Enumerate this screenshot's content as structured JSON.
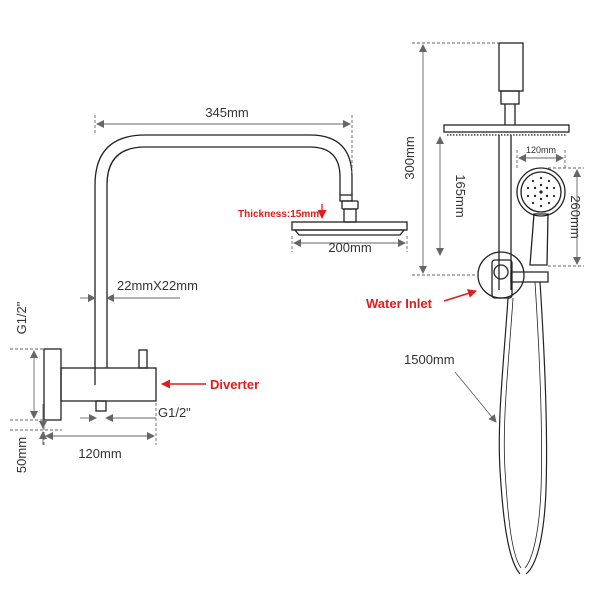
{
  "colors": {
    "line": "#222222",
    "dim": "#666666",
    "accent": "#e21b1b",
    "fill": "#ffffff"
  },
  "dimensions": {
    "arm_width": "345mm",
    "pipe_section": "22mmX22mm",
    "head_width": "200mm",
    "thickness": "Thickness:15mm",
    "base_width": "120mm",
    "base_height": "50mm",
    "inlet_thread": "G1/2\"",
    "outlet_thread": "G1/2\"",
    "rail_height": "300mm",
    "holder_height": "165mm",
    "handset_width": "120mm",
    "handset_height": "260mm",
    "hose_length": "1500mm"
  },
  "callouts": {
    "diverter": "Diverter",
    "water_inlet": "Water Inlet"
  }
}
